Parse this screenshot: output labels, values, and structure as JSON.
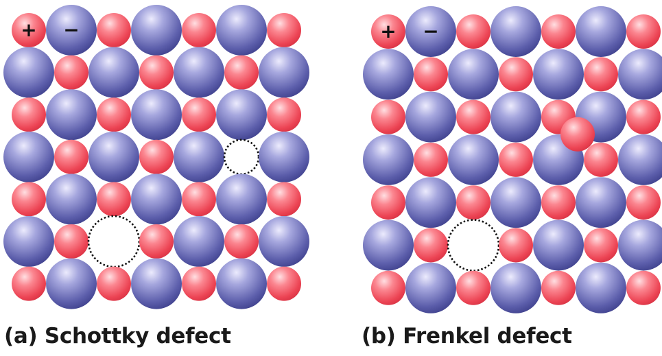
{
  "panels": [
    {
      "id": "a",
      "caption": "(a) Schottky defect",
      "cation_label": "+",
      "anion_label": "−",
      "vacancies": [
        {
          "row": 3,
          "col": 5
        },
        {
          "row": 5,
          "col": 2
        }
      ],
      "interstitial": null
    },
    {
      "id": "b",
      "caption": "(b) Frenkel defect",
      "cation_label": "+",
      "anion_label": "−",
      "vacancies": [
        {
          "row": 5,
          "col": 2
        }
      ],
      "interstitial": {
        "between_rows": [
          2,
          3
        ],
        "between_cols": [
          4,
          5
        ]
      }
    }
  ],
  "lattice": {
    "rows": 7,
    "cols": 7
  },
  "colors": {
    "cation": "#f0505e",
    "cation_highlight": "#ffd9dc",
    "anion": "#4a4c9c",
    "anion_highlight": "#e4e3fb",
    "vacancy_outline": "#111111",
    "text": "#1a1a1a"
  }
}
